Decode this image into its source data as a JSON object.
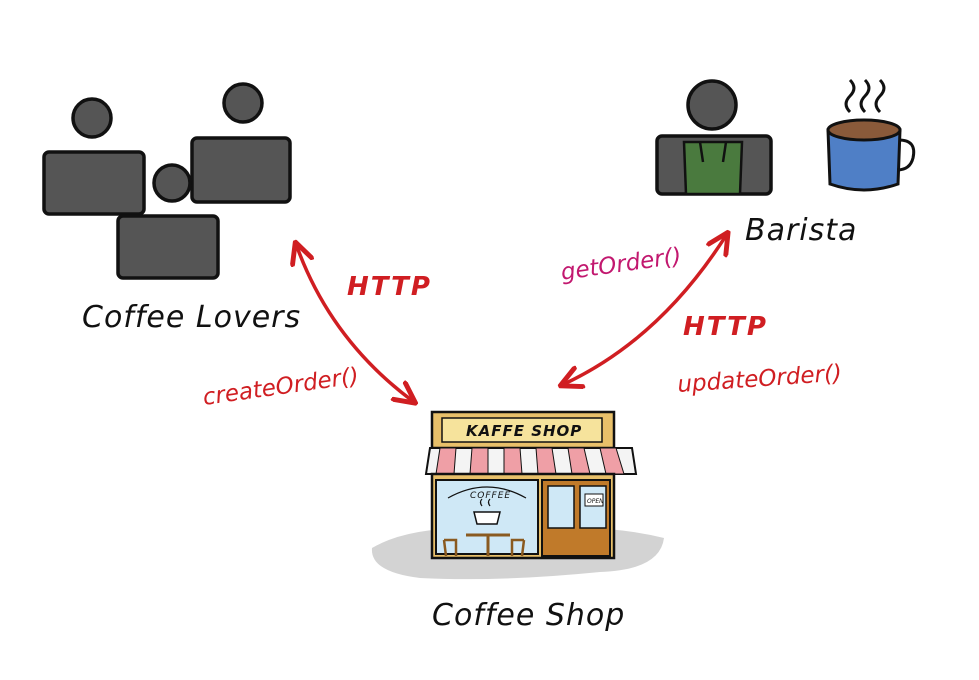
{
  "nodes": {
    "coffee_lovers": {
      "label": "Coffee Lovers"
    },
    "barista": {
      "label": "Barista"
    },
    "coffee_shop": {
      "label": "Coffee Shop",
      "sign": "KAFFE SHOP",
      "window_text": "COFFEE",
      "door_sign": "OPEN"
    }
  },
  "connections": [
    {
      "protocol": "HTTP",
      "calls": [
        "createOrder()"
      ]
    },
    {
      "protocol": "HTTP",
      "calls": [
        "getOrder()",
        "updateOrder()"
      ]
    }
  ],
  "colors": {
    "people": "#555555",
    "arrow": "#d01e22",
    "getorder": "#c2186f",
    "apron": "#4a7a3e",
    "mug": "#4f7fc6"
  }
}
